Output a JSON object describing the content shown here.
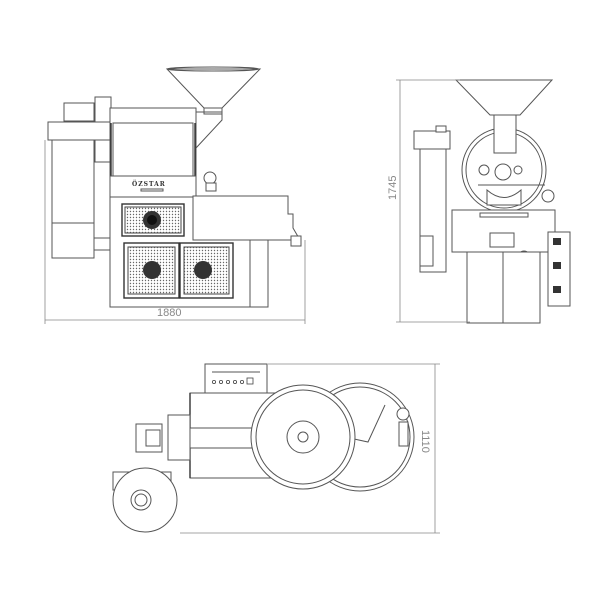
{
  "drawing": {
    "brand_label": "ÖZSTAR",
    "front_view": {
      "width_dimension": "1880"
    },
    "side_view": {
      "height_dimension": "1745"
    },
    "top_view": {
      "depth_dimension": "1110"
    }
  }
}
